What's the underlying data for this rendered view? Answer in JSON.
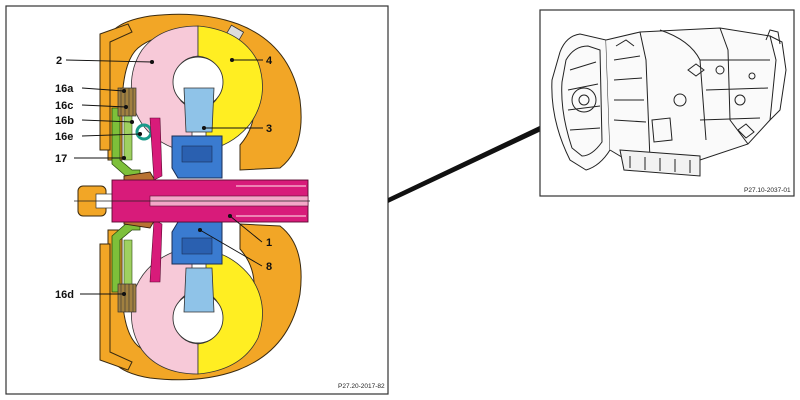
{
  "left_panel": {
    "labels": {
      "l2": "2",
      "l4": "4",
      "l16a": "16a",
      "l16c": "16c",
      "l16b": "16b",
      "l16e": "16e",
      "l3": "3",
      "l17": "17",
      "l1": "1",
      "l8": "8",
      "l16d": "16d"
    },
    "figure_code": "P27.20-2017-82"
  },
  "right_panel": {
    "figure_code": "P27.10-2037-01"
  },
  "colors": {
    "housing": "#f2a626",
    "turbine": "#f7c9d8",
    "pump": "#ffee22",
    "stator": "#4a8fd8",
    "stator_blade": "#8fc3e8",
    "shaft": "#d81b7a",
    "clutch": "#a08040",
    "piston": "#7dc03a",
    "hub": "#b87333"
  }
}
